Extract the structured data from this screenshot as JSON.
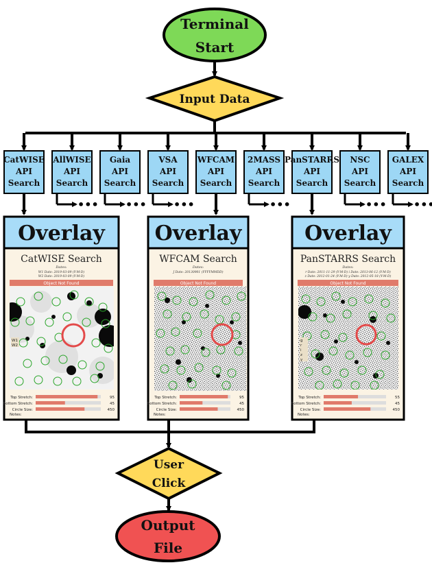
{
  "start": {
    "line1": "Terminal",
    "line2": "Start"
  },
  "input": {
    "label": "Input Data"
  },
  "apis": [
    {
      "name": "CatWISE",
      "l2": "API",
      "l3": "Search",
      "continues": false
    },
    {
      "name": "AllWISE",
      "l2": "API",
      "l3": "Search",
      "continues": true
    },
    {
      "name": "Gaia",
      "l2": "API",
      "l3": "Search",
      "continues": true
    },
    {
      "name": "VSA",
      "l2": "API",
      "l3": "Search",
      "continues": true
    },
    {
      "name": "WFCAM",
      "l2": "API",
      "l3": "Search",
      "continues": false
    },
    {
      "name": "2MASS",
      "l2": "API",
      "l3": "Search",
      "continues": true
    },
    {
      "name": "PanSTARRS",
      "l2": "API",
      "l3": "Search",
      "continues": false
    },
    {
      "name": "NSC",
      "l2": "API",
      "l3": "Search",
      "continues": true
    },
    {
      "name": "GALEX",
      "l2": "API",
      "l3": "Search",
      "continues": true
    }
  ],
  "ellipsis": "•••",
  "overlays": [
    {
      "header": "Overlay",
      "title": "CatWISE Search",
      "dates_label": "Dates:",
      "date_lines": [
        "W1 Date: 2019-03-09 (Y-M-D)",
        "W2 Date: 2019-03-09 (Y-M-D)"
      ],
      "banner": "Object Not Found",
      "sliders": [
        {
          "label": "Top Stretch:",
          "value": "95",
          "fill": 0.95
        },
        {
          "label": "Bottom Stretch:",
          "value": "45",
          "fill": 0.45
        },
        {
          "label": "Circle Size:",
          "value": "450",
          "fill": 0.75
        }
      ],
      "notes_label": "Notes:",
      "side_labels": [
        "W1",
        "W2"
      ]
    },
    {
      "header": "Overlay",
      "title": "WFCAM Search",
      "dates_label": "Dates:",
      "date_lines": [
        "J Date: 20130901 (YYYYMMDD)"
      ],
      "banner": "Object Not Found",
      "sliders": [
        {
          "label": "Top Stretch:",
          "value": "95",
          "fill": 0.95
        },
        {
          "label": "Bottom Stretch:",
          "value": "45",
          "fill": 0.45
        },
        {
          "label": "Circle Size:",
          "value": "450",
          "fill": 0.75
        }
      ],
      "notes_label": "Notes:",
      "side_labels": []
    },
    {
      "header": "Overlay",
      "title": "PanSTARRS Search",
      "dates_label": "Dates:",
      "date_lines": [
        "r Date: 2011-11-29 (Y-M-D)  i Date: 2013-06-12 (Y-M-D)",
        "z Date: 2012-01-24 (Y-M-D)  y Date: 2012-05-18 (Y-M-D)"
      ],
      "banner": "Object Not Found",
      "sliders": [
        {
          "label": "Top Stretch:",
          "value": "55",
          "fill": 0.55
        },
        {
          "label": "Bottom Stretch:",
          "value": "45",
          "fill": 0.45
        },
        {
          "label": "Circle Size:",
          "value": "450",
          "fill": 0.75
        }
      ],
      "notes_label": "Notes:",
      "side_labels": [
        "g",
        "r",
        "i",
        "z",
        "y"
      ]
    }
  ],
  "click": {
    "line1": "User",
    "line2": "Click"
  },
  "output": {
    "line1": "Output",
    "line2": "File"
  },
  "colors": {
    "start": "#7ed957",
    "decision": "#ffd95a",
    "api": "#9dd7f5",
    "overlay_header": "#a8dcf8",
    "panel": "#fbf3e4",
    "banner": "#e07b6b",
    "output": "#f05252",
    "circle_green": "#2aa52a",
    "circle_red": "#e34a4a"
  }
}
